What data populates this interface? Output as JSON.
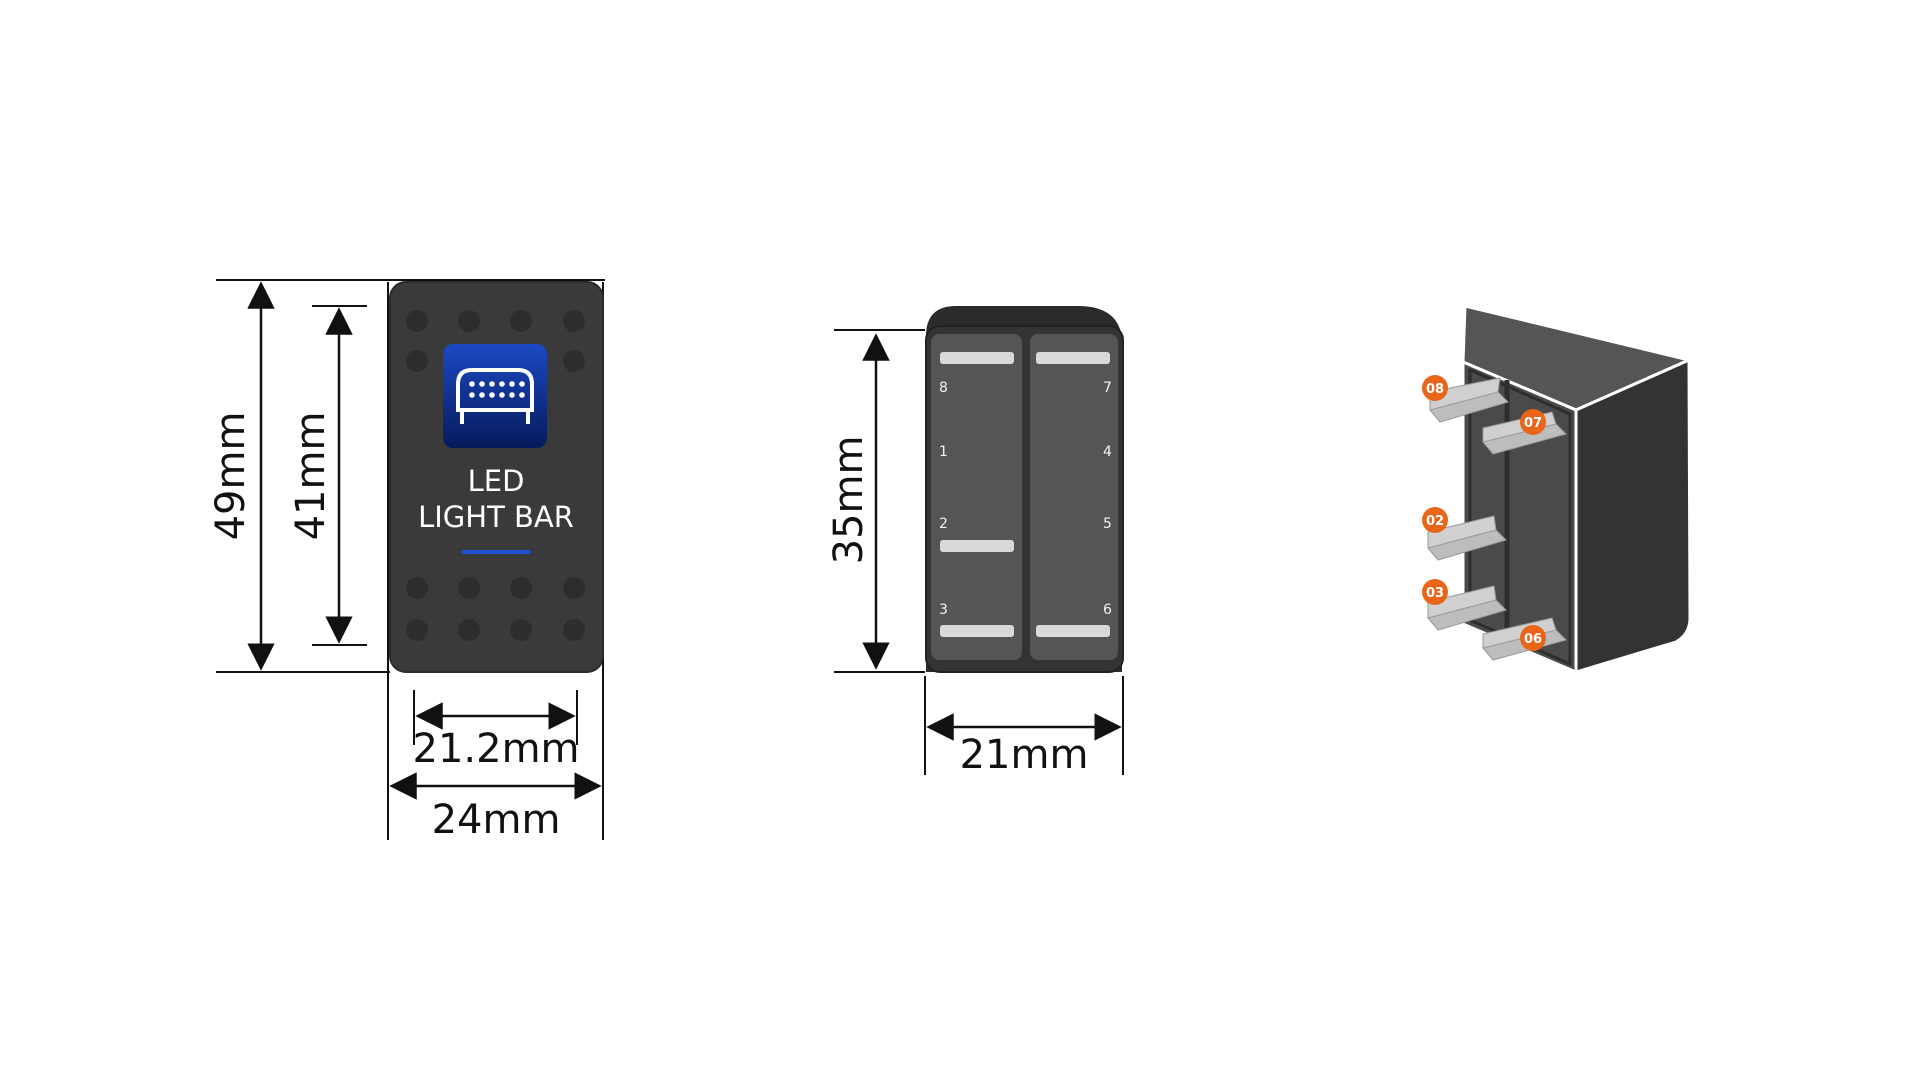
{
  "switch_front": {
    "label_line1": "LED",
    "label_line2": "LIGHT BAR",
    "icon": "led-light-bar-icon",
    "icon_bg_color": "#0a2f9c",
    "indicator_color": "#1f4fd6",
    "dimensions": {
      "height_outer": "49mm",
      "height_inner": "41mm",
      "width_inner": "21.2mm",
      "width_outer": "24mm"
    }
  },
  "switch_back": {
    "pins_left": [
      "8",
      "1",
      "2",
      "3"
    ],
    "pins_right": [
      "7",
      "4",
      "5",
      "6"
    ],
    "dimensions": {
      "height": "35mm",
      "width": "21mm"
    }
  },
  "switch_3d": {
    "badge_color": "#e8651a",
    "badges": [
      "08",
      "07",
      "02",
      "03",
      "06"
    ]
  }
}
